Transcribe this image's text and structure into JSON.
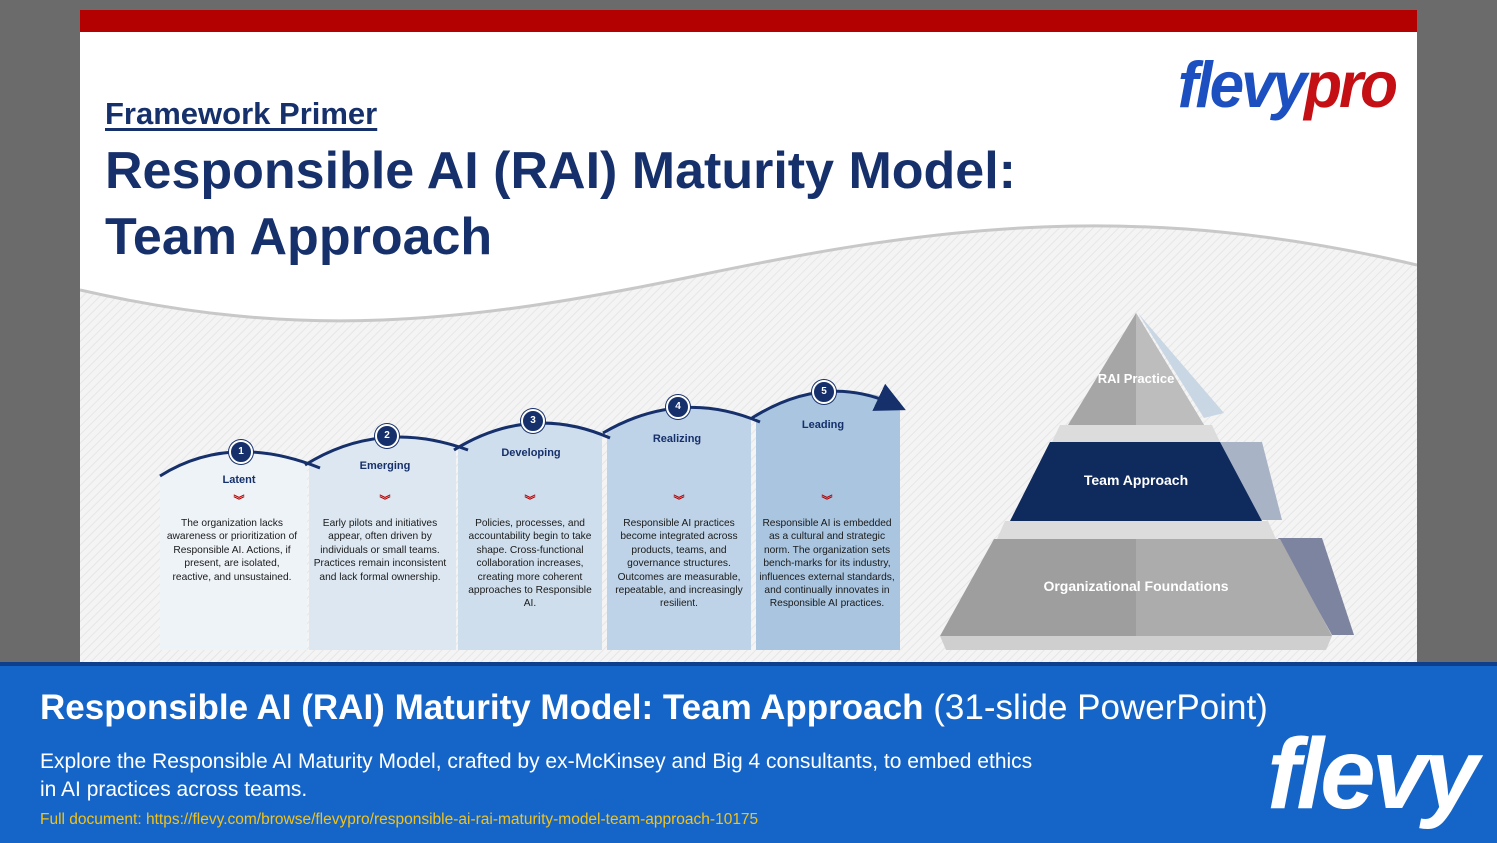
{
  "slide": {
    "primer_label": "Framework Primer",
    "title": "Responsible AI (RAI) Maturity Model: Team Approach",
    "logo_part1": "flevy",
    "logo_part2": "pro",
    "colors": {
      "accent_red": "#b30000",
      "navy": "#16306b"
    }
  },
  "stages": [
    {
      "number": "1",
      "name": "Latent",
      "description": "The organization lacks awareness or prioritization of Responsible AI. Actions, if present, are isolated, reactive, and unsustained."
    },
    {
      "number": "2",
      "name": "Emerging",
      "description": "Early pilots and initiatives appear, often driven by individuals or small teams. Practices remain inconsistent and lack formal ownership."
    },
    {
      "number": "3",
      "name": "Developing",
      "description": "Policies, processes, and accountability begin to take shape. Cross-functional collaboration increases, creating more coherent approaches to Responsible AI."
    },
    {
      "number": "4",
      "name": "Realizing",
      "description": "Responsible AI practices become integrated across products, teams, and governance structures. Outcomes are measurable, repeatable, and increasingly resilient."
    },
    {
      "number": "5",
      "name": "Leading",
      "description": "Responsible AI is embedded as a cultural and strategic norm. The organization sets bench-marks for its industry, influences external standards, and continually innovates in Responsible AI practices."
    }
  ],
  "pyramid": {
    "top": "RAI Practice",
    "middle": "Team Approach",
    "bottom": "Organizational Foundations"
  },
  "footer": {
    "title": "Responsible AI (RAI) Maturity Model: Team Approach",
    "subtitle": "(31-slide PowerPoint)",
    "description": "Explore the Responsible AI Maturity Model, crafted by ex-McKinsey and Big 4 consultants, to embed ethics in AI practices across teams.",
    "link": "Full document: https://flevy.com/browse/flevypro/responsible-ai-rai-maturity-model-team-approach-10175",
    "logo": "flevy"
  }
}
